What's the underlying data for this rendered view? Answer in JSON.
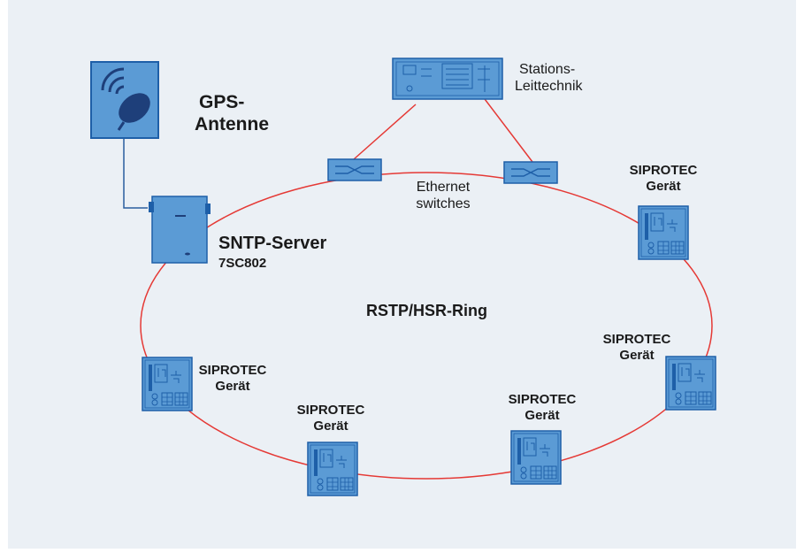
{
  "labels": {
    "gps": [
      "GPS-",
      "Antenne"
    ],
    "station": [
      "Stations-",
      "Leittechnik"
    ],
    "switches": [
      "Ethernet",
      "switches"
    ],
    "sntp": "SNTP-Server",
    "sntp_model": "7SC802",
    "ring": "RSTP/HSR-Ring",
    "device": [
      "SIPROTEC",
      "Gerät"
    ]
  },
  "colors": {
    "background": "#ebf0f5",
    "device_fill": "#5b9bd5",
    "device_stroke": "#1e5fa8",
    "ring_line": "#e53935",
    "gps_cable": "#2a5d9e"
  },
  "icons": [
    "gps-antenna-icon",
    "station-control-icon",
    "ethernet-switch-icon",
    "sntp-server-icon",
    "siprotec-device-icon"
  ]
}
